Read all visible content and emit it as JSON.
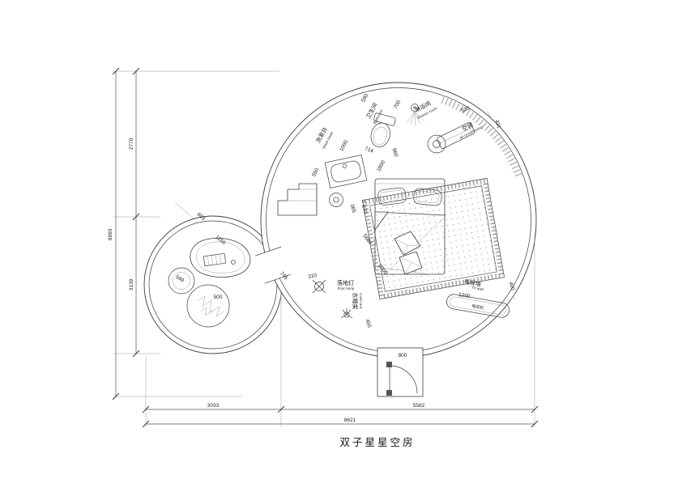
{
  "title": "双子星星空房",
  "labels": {
    "bathroom_cn": "卫生间",
    "bathroom_en": "Bathroom",
    "shower_cn": "淋浴间",
    "shower_en": "Shower room",
    "washbasin_cn": "洗漱台",
    "washbasin_en": "Wash basin",
    "ac_cn": "空调",
    "ac_en": "air conditioning",
    "floor_lamp_cn": "落地灯",
    "floor_lamp_en": "floor lamp",
    "coat_rack_cn": "衣帽架",
    "coat_rack_en": "Coat rack",
    "tv_wall_cn": "电视墙",
    "tv_wall_en": "TV wall",
    "tv_cn": "电视机"
  },
  "dims": {
    "overall_height": "6990",
    "left_top": "2770",
    "left_bottom": "3139",
    "bottom_small": "3033",
    "bottom_large": "5582",
    "bottom_total": "8621",
    "d590": "590",
    "d700": "700",
    "d520": "520",
    "d421": "421",
    "d1000": "1000",
    "d714": "714",
    "d960": "960",
    "d1800": "1800",
    "d550": "550",
    "d365": "365",
    "d970": "970",
    "d5684": "5684",
    "d2000": "2000",
    "d1200": "1200",
    "d400": "400",
    "d745": "745",
    "d310": "310",
    "d450": "450",
    "d800": "800",
    "d693": "693",
    "d1166": "1166",
    "d589": "589",
    "d500": "500"
  }
}
